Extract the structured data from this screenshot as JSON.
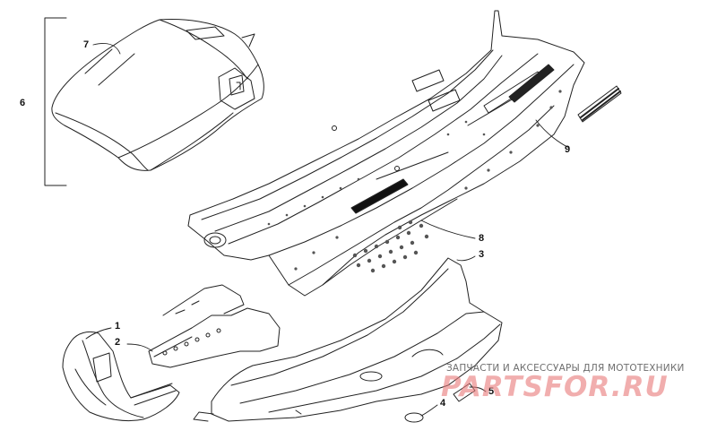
{
  "diagram": {
    "callouts": [
      {
        "id": "1",
        "label": "1"
      },
      {
        "id": "2",
        "label": "2"
      },
      {
        "id": "3",
        "label": "3"
      },
      {
        "id": "4",
        "label": "4"
      },
      {
        "id": "5",
        "label": "5"
      },
      {
        "id": "6",
        "label": "6"
      },
      {
        "id": "7",
        "label": "7"
      },
      {
        "id": "8",
        "label": "8"
      },
      {
        "id": "9",
        "label": "9"
      }
    ]
  },
  "watermark": {
    "caption": "ЗАПЧАСТИ И АКСЕССУАРЫ ДЛЯ МОТОТЕХНИКИ",
    "logo_text": "PARTSFOR.RU",
    "logo_color": "#e97a7a"
  }
}
